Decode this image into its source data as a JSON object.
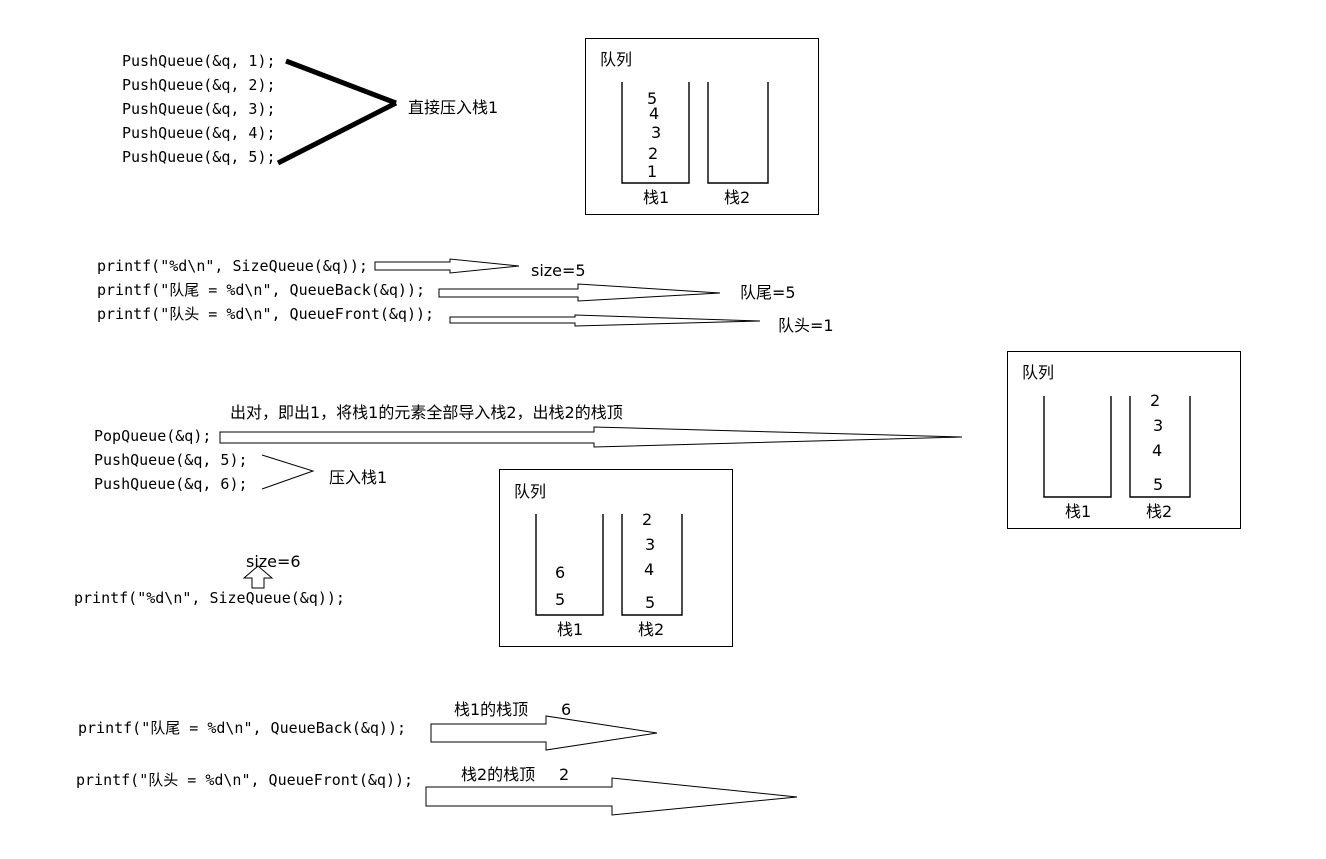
{
  "code": {
    "push1": "PushQueue(&q, 1);",
    "push2": "PushQueue(&q, 2);",
    "push3": "PushQueue(&q, 3);",
    "push4": "PushQueue(&q, 4);",
    "push5": "PushQueue(&q, 5);",
    "size_print": "printf(\"%d\\n\", SizeQueue(&q));",
    "back_print": "printf(\"队尾 = %d\\n\", QueueBack(&q));",
    "front_print": "printf(\"队头 = %d\\n\", QueueFront(&q));",
    "pop": "PopQueue(&q);",
    "push_5": "PushQueue(&q, 5);",
    "push_6": "PushQueue(&q, 6);",
    "size_print2": "printf(\"%d\\n\", SizeQueue(&q));",
    "back_print2": "printf(\"队尾 = %d\\n\", QueueBack(&q));",
    "front_print2": "printf(\"队头 = %d\\n\", QueueFront(&q));"
  },
  "notes": {
    "push_direct": "直接压入栈1",
    "size5": "size=5",
    "back5": "队尾=5",
    "front1": "队头=1",
    "pop_explain": "出对，即出1，将栈1的元素全部导入栈2，出栈2的栈顶",
    "push_stack1": "压入栈1",
    "size6": "size=6",
    "top1": "栈1的栈顶",
    "top1_val": "6",
    "top2": "栈2的栈顶",
    "top2_val": "2"
  },
  "panel1": {
    "title": "队列",
    "stack1_label": "栈1",
    "stack2_label": "栈2",
    "stack1_items": [
      "5",
      "4",
      "3",
      "2",
      "1"
    ],
    "stack2_items": []
  },
  "panel2": {
    "title": "队列",
    "stack1_label": "栈1",
    "stack2_label": "栈2",
    "stack1_items": [],
    "stack2_items": [
      "2",
      "3",
      "4",
      "5"
    ]
  },
  "panel3": {
    "title": "队列",
    "stack1_label": "栈1",
    "stack2_label": "栈2",
    "stack1_items": [
      "6",
      "5"
    ],
    "stack2_items": [
      "2",
      "3",
      "4",
      "5"
    ]
  }
}
